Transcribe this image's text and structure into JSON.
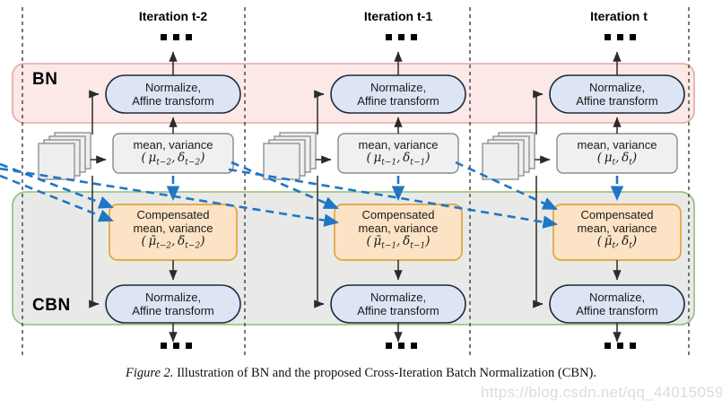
{
  "figure": {
    "caption_prefix": "Figure 2.",
    "caption_text": "Illustration of BN and the proposed Cross-Iteration Batch Normalization (CBN).",
    "watermark": "https://blog.csdn.net/qq_44015059"
  },
  "bands": {
    "bn": {
      "label": "BN",
      "fill": "#fce9e7",
      "stroke": "#e3a9a2"
    },
    "cbn": {
      "label": "CBN",
      "fill": "#e9eae7",
      "stroke": "#8fbd79"
    }
  },
  "colors": {
    "norm_fill": "#dde4f4",
    "norm_stroke": "#1c2a3a",
    "stats_fill": "#f0f0f0",
    "stats_stroke": "#8a8a8a",
    "comp_fill": "#fde3c6",
    "comp_stroke": "#e0a53b",
    "feature_fill": "#efefef",
    "feature_stroke": "#8a8a8a",
    "arrow": "#2b2b2b",
    "dashed_blue": "#1f77c4",
    "divider": "#4a4a4a"
  },
  "ellipsis": {
    "glyph": "..."
  },
  "columns": [
    {
      "id": "t-2",
      "title": "Iteration t-2",
      "top_ellipsis": "...",
      "bottom_ellipsis": "...",
      "bn_node": {
        "line1": "Normalize,",
        "line2": "Affine transform"
      },
      "stats_node": {
        "line1": "mean, variance",
        "mu": "μ",
        "mu_sub": "t−2",
        "delta": "δ",
        "delta_sub": "t−2"
      },
      "compensated_node": {
        "line1": "Compensated",
        "line2": "mean, variance",
        "mu": "μ̄",
        "mu_sub": "t−2",
        "delta": "δ̄",
        "delta_sub": "t−2"
      },
      "cbn_node": {
        "line1": "Normalize,",
        "line2": "Affine transform"
      },
      "feature_maps": {
        "count": 4
      }
    },
    {
      "id": "t-1",
      "title": "Iteration t-1",
      "top_ellipsis": "...",
      "bottom_ellipsis": "...",
      "bn_node": {
        "line1": "Normalize,",
        "line2": "Affine transform"
      },
      "stats_node": {
        "line1": "mean, variance",
        "mu": "μ",
        "mu_sub": "t−1",
        "delta": "δ",
        "delta_sub": "t−1"
      },
      "compensated_node": {
        "line1": "Compensated",
        "line2": "mean, variance",
        "mu": "μ̄",
        "mu_sub": "t−1",
        "delta": "δ̄",
        "delta_sub": "t−1"
      },
      "cbn_node": {
        "line1": "Normalize,",
        "line2": "Affine transform"
      },
      "feature_maps": {
        "count": 4
      }
    },
    {
      "id": "t",
      "title": "Iteration t",
      "top_ellipsis": "...",
      "bottom_ellipsis": "...",
      "bn_node": {
        "line1": "Normalize,",
        "line2": "Affine transform"
      },
      "stats_node": {
        "line1": "mean, variance",
        "mu": "μ",
        "mu_sub": "t",
        "delta": "δ",
        "delta_sub": "t"
      },
      "compensated_node": {
        "line1": "Compensated",
        "line2": "mean, variance",
        "mu": "μ̄",
        "mu_sub": "t",
        "delta": "δ̄",
        "delta_sub": "t"
      },
      "cbn_node": {
        "line1": "Normalize,",
        "line2": "Affine transform"
      },
      "feature_maps": {
        "count": 4
      }
    }
  ]
}
